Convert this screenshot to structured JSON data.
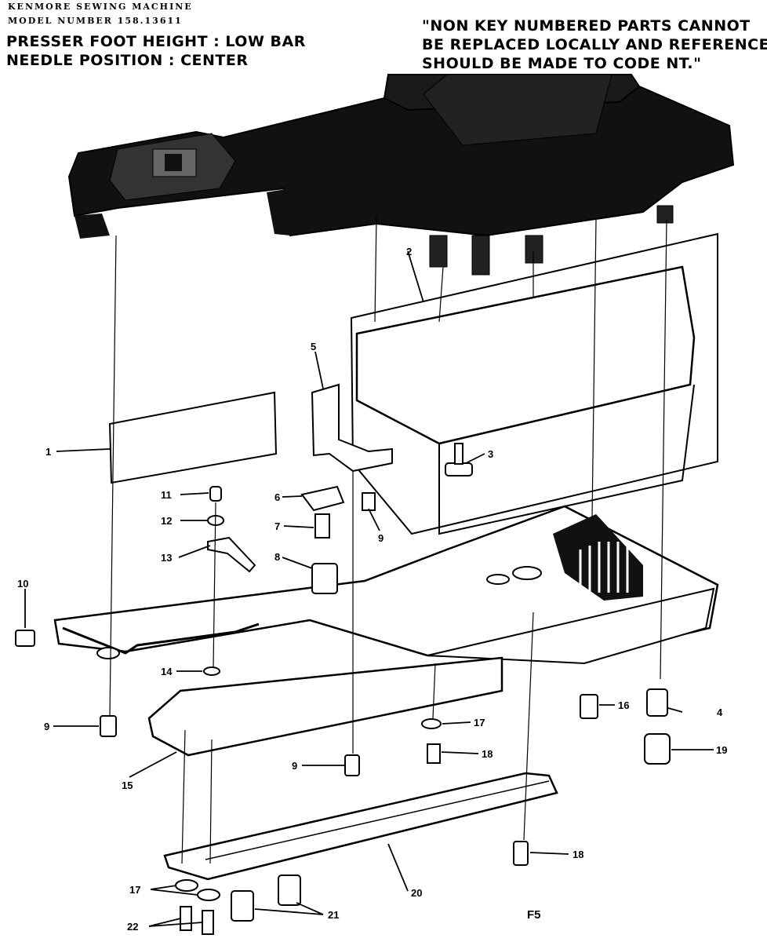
{
  "header": {
    "line1": "KENMORE SEWING MACHINE",
    "line2": "MODEL NUMBER 158.13611",
    "line3": "PRESSER FOOT HEIGHT : LOW BAR",
    "line4": "NEEDLE POSITION : CENTER"
  },
  "note": {
    "line1": "\"NON KEY NUMBERED PARTS CANNOT",
    "line2": "BE REPLACED LOCALLY AND REFERENCE",
    "line3": "SHOULD BE MADE TO CODE NT.\""
  },
  "callouts": {
    "c1": "1",
    "c2": "2",
    "c3": "3",
    "c4": "4",
    "c5": "5",
    "c6": "6",
    "c7": "7",
    "c8": "8",
    "c9a": "9",
    "c9b": "9",
    "c9c": "9",
    "c10": "10",
    "c11": "11",
    "c12": "12",
    "c13": "13",
    "c14": "14",
    "c15": "15",
    "c16": "16",
    "c17a": "17",
    "c17b": "17",
    "c18a": "18",
    "c18b": "18",
    "c19": "19",
    "c20": "20",
    "c21": "21",
    "c22": "22"
  },
  "figure_id": "F5"
}
